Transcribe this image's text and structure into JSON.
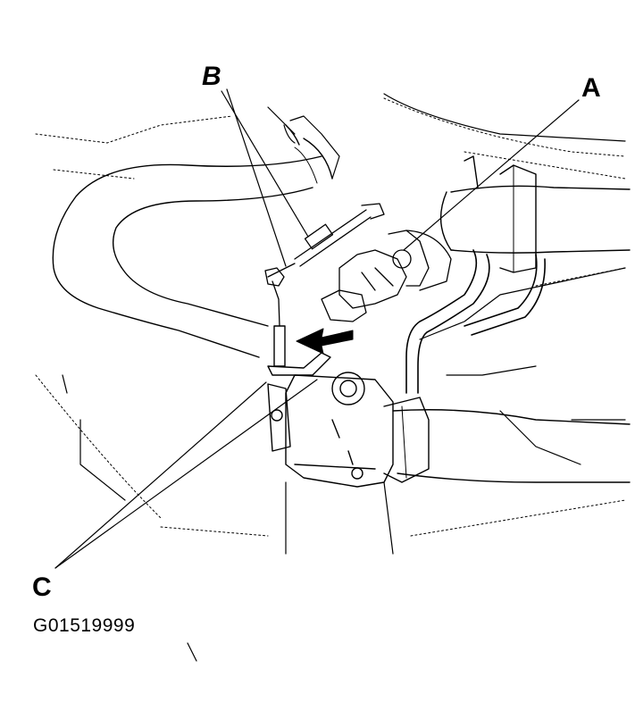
{
  "callouts": {
    "a": "A",
    "b": "B",
    "c": "C"
  },
  "figure_id": "G01519999",
  "colors": {
    "ink": "#000000",
    "paper": "#ffffff"
  }
}
